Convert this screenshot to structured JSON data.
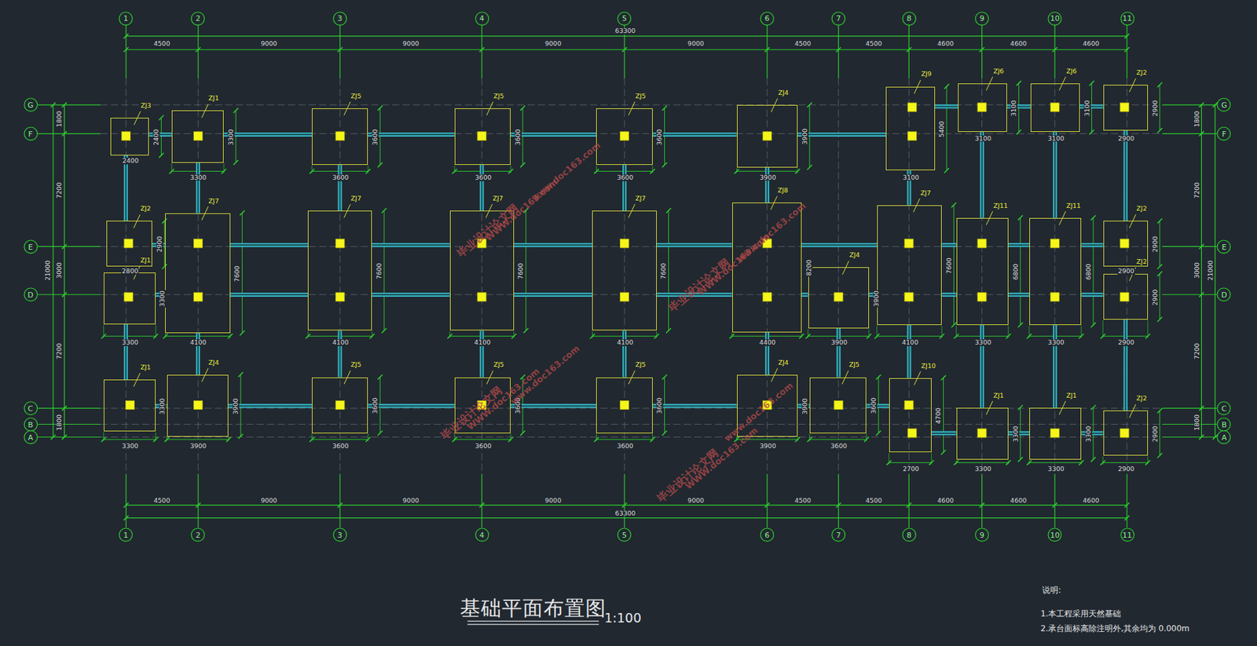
{
  "diagram": {
    "title": "基础平面布置图",
    "nodes": [
      {
        "text": [
          "1"
        ]
      },
      {
        "text": [
          "2"
        ]
      },
      {
        "text": [
          "3"
        ]
      },
      {
        "text": [
          "4"
        ]
      },
      {
        "text": [
          "5"
        ]
      },
      {
        "text": [
          "6"
        ]
      },
      {
        "text": [
          "7"
        ]
      },
      {
        "text": [
          "8"
        ]
      },
      {
        "text": [
          "9"
        ]
      },
      {
        "text": [
          "10"
        ]
      },
      {
        "text": [
          "11"
        ]
      },
      {
        "text": [
          "G"
        ]
      },
      {
        "text": [
          "F"
        ]
      },
      {
        "text": [
          "E"
        ]
      },
      {
        "text": [
          "D"
        ]
      },
      {
        "text": [
          "C"
        ]
      },
      {
        "text": [
          "B"
        ]
      },
      {
        "text": [
          "A"
        ]
      },
      {
        "text": [
          "G"
        ]
      },
      {
        "text": [
          "F"
        ]
      },
      {
        "text": [
          "E"
        ]
      },
      {
        "text": [
          "D"
        ]
      },
      {
        "text": [
          "C"
        ]
      },
      {
        "text": [
          "B"
        ]
      },
      {
        "text": [
          "A"
        ]
      },
      {
        "text": [
          "ZJ3",
          "2400",
          "2400"
        ]
      },
      {
        "text": [
          "ZJ1",
          "3300",
          "3300"
        ]
      },
      {
        "text": [
          "ZJ5",
          "3600",
          "3600"
        ]
      },
      {
        "text": [
          "ZJ5",
          "3600",
          "3600"
        ]
      },
      {
        "text": [
          "ZJ5",
          "3600",
          "3600"
        ]
      },
      {
        "text": [
          "ZJ4",
          "3900",
          "3900"
        ]
      },
      {
        "text": [
          "ZJ9",
          "3100",
          "5400"
        ]
      },
      {
        "text": [
          "ZJ6",
          "3100",
          "3100"
        ]
      },
      {
        "text": [
          "ZJ6",
          "3100",
          "3100"
        ]
      },
      {
        "text": [
          "ZJ2",
          "2900",
          "2900"
        ]
      },
      {
        "text": [
          "ZJ2",
          "2800",
          "2900"
        ]
      },
      {
        "text": [
          "ZJ1",
          "3300",
          "3300"
        ]
      },
      {
        "text": [
          "ZJ7",
          "4100",
          "7600"
        ]
      },
      {
        "text": [
          "ZJ7",
          "4100",
          "7600"
        ]
      },
      {
        "text": [
          "ZJ7",
          "4100",
          "7600"
        ]
      },
      {
        "text": [
          "ZJ7",
          "4100",
          "7600"
        ]
      },
      {
        "text": [
          "ZJ8",
          "4400",
          "8200"
        ]
      },
      {
        "text": [
          "ZJ4",
          "3900",
          "3900"
        ]
      },
      {
        "text": [
          "ZJ7",
          "4100",
          "7600"
        ]
      },
      {
        "text": [
          "ZJ11",
          "3300",
          "6800"
        ]
      },
      {
        "text": [
          "ZJ11",
          "3300",
          "6800"
        ]
      },
      {
        "text": [
          "ZJ2",
          "2900",
          "2900"
        ]
      },
      {
        "text": [
          "ZJ2",
          "2900",
          "2900"
        ]
      },
      {
        "text": [
          "ZJ1",
          "3300",
          "3300"
        ]
      },
      {
        "text": [
          "ZJ4",
          "3900",
          "3900"
        ]
      },
      {
        "text": [
          "ZJ5",
          "3600",
          "3600"
        ]
      },
      {
        "text": [
          "ZJ5",
          "3600",
          "3600"
        ]
      },
      {
        "text": [
          "ZJ5",
          "3600",
          "3600"
        ]
      },
      {
        "text": [
          "ZJ4",
          "3900",
          "3900"
        ]
      },
      {
        "text": [
          "ZJ5",
          "3600",
          "3600"
        ]
      },
      {
        "text": [
          "ZJ10",
          "2700",
          "4700"
        ]
      },
      {
        "text": [
          "ZJ1",
          "3300",
          "3300"
        ]
      },
      {
        "text": [
          "ZJ1",
          "3300",
          "3300"
        ]
      },
      {
        "text": [
          "ZJ2",
          "2900",
          "2900"
        ]
      },
      {
        "text": [
          "1"
        ]
      },
      {
        "text": [
          "2"
        ]
      },
      {
        "text": [
          "3"
        ]
      },
      {
        "text": [
          "4"
        ]
      },
      {
        "text": [
          "5"
        ]
      },
      {
        "text": [
          "6"
        ]
      },
      {
        "text": [
          "7"
        ]
      },
      {
        "text": [
          "8"
        ]
      },
      {
        "text": [
          "9"
        ]
      },
      {
        "text": [
          "10"
        ]
      },
      {
        "text": [
          "11"
        ]
      }
    ],
    "edges": [
      {
        "from": 25,
        "to": 26,
        "arrow": "none"
      },
      {
        "from": 26,
        "to": 27,
        "arrow": "none"
      },
      {
        "from": 27,
        "to": 28,
        "arrow": "none"
      },
      {
        "from": 28,
        "to": 29,
        "arrow": "none"
      },
      {
        "from": 29,
        "to": 30,
        "arrow": "none"
      },
      {
        "from": 30,
        "to": 31,
        "arrow": "none"
      },
      {
        "from": 31,
        "to": 32,
        "arrow": "none"
      },
      {
        "from": 32,
        "to": 33,
        "arrow": "none"
      },
      {
        "from": 33,
        "to": 34,
        "arrow": "none"
      },
      {
        "from": 35,
        "to": 37,
        "arrow": "none"
      },
      {
        "from": 37,
        "to": 38,
        "arrow": "none"
      },
      {
        "from": 38,
        "to": 39,
        "arrow": "none"
      },
      {
        "from": 39,
        "to": 40,
        "arrow": "none"
      },
      {
        "from": 40,
        "to": 41,
        "arrow": "none"
      },
      {
        "from": 41,
        "to": 43,
        "arrow": "none"
      },
      {
        "from": 43,
        "to": 44,
        "arrow": "none"
      },
      {
        "from": 44,
        "to": 45,
        "arrow": "none"
      },
      {
        "from": 45,
        "to": 46,
        "arrow": "none"
      },
      {
        "from": 36,
        "to": 37,
        "arrow": "none"
      },
      {
        "from": 37,
        "to": 38,
        "arrow": "none"
      },
      {
        "from": 38,
        "to": 39,
        "arrow": "none"
      },
      {
        "from": 39,
        "to": 40,
        "arrow": "none"
      },
      {
        "from": 40,
        "to": 41,
        "arrow": "none"
      },
      {
        "from": 41,
        "to": 42,
        "arrow": "none"
      },
      {
        "from": 42,
        "to": 43,
        "arrow": "none"
      },
      {
        "from": 43,
        "to": 44,
        "arrow": "none"
      },
      {
        "from": 44,
        "to": 45,
        "arrow": "none"
      },
      {
        "from": 45,
        "to": 47,
        "arrow": "none"
      },
      {
        "from": 48,
        "to": 49,
        "arrow": "none"
      },
      {
        "from": 49,
        "to": 50,
        "arrow": "none"
      },
      {
        "from": 50,
        "to": 51,
        "arrow": "none"
      },
      {
        "from": 51,
        "to": 52,
        "arrow": "none"
      },
      {
        "from": 52,
        "to": 53,
        "arrow": "none"
      },
      {
        "from": 53,
        "to": 54,
        "arrow": "none"
      },
      {
        "from": 54,
        "to": 55,
        "arrow": "none"
      },
      {
        "from": 55,
        "to": 56,
        "arrow": "none"
      },
      {
        "from": 56,
        "to": 57,
        "arrow": "none"
      },
      {
        "from": 57,
        "to": 58,
        "arrow": "none"
      },
      {
        "from": 25,
        "to": 35,
        "arrow": "none"
      },
      {
        "from": 36,
        "to": 48,
        "arrow": "none"
      },
      {
        "from": 26,
        "to": 37,
        "arrow": "none"
      },
      {
        "from": 37,
        "to": 49,
        "arrow": "none"
      },
      {
        "from": 27,
        "to": 38,
        "arrow": "none"
      },
      {
        "from": 38,
        "to": 50,
        "arrow": "none"
      },
      {
        "from": 28,
        "to": 39,
        "arrow": "none"
      },
      {
        "from": 39,
        "to": 51,
        "arrow": "none"
      },
      {
        "from": 29,
        "to": 40,
        "arrow": "none"
      },
      {
        "from": 40,
        "to": 52,
        "arrow": "none"
      },
      {
        "from": 30,
        "to": 41,
        "arrow": "none"
      },
      {
        "from": 41,
        "to": 53,
        "arrow": "none"
      },
      {
        "from": 42,
        "to": 54,
        "arrow": "none"
      },
      {
        "from": 31,
        "to": 43,
        "arrow": "none"
      },
      {
        "from": 43,
        "to": 55,
        "arrow": "none"
      },
      {
        "from": 32,
        "to": 44,
        "arrow": "none"
      },
      {
        "from": 44,
        "to": 56,
        "arrow": "none"
      },
      {
        "from": 33,
        "to": 45,
        "arrow": "none"
      },
      {
        "from": 45,
        "to": 57,
        "arrow": "none"
      },
      {
        "from": 34,
        "to": 46,
        "arrow": "none"
      },
      {
        "from": 47,
        "to": 58,
        "arrow": "none"
      }
    ],
    "labels": [
      "63300",
      "4500",
      "9000",
      "9000",
      "9000",
      "9000",
      "4500",
      "4500",
      "4600",
      "4600",
      "4600",
      "4500",
      "9000",
      "9000",
      "9000",
      "9000",
      "4500",
      "4500",
      "4600",
      "4600",
      "4600",
      "63300",
      "21000",
      "1800",
      "7200",
      "3000",
      "7200",
      "1800",
      "21000",
      "1800",
      "7200",
      "3000",
      "7200",
      "1800",
      "1:100",
      "说明:",
      "1.本工程采用天然基础",
      "2.承台面标高除注明外,其余均为 0.000m",
      "毕业设计论文网",
      "WWW.doc163.com",
      "www.doc163.com",
      "毕业设计论文网",
      "WWW.doc163.com",
      "www.doc163.com",
      "毕业设计论文网",
      "WWW.doc163.com",
      "www.doc163.com",
      "毕业设计论文网",
      "WWW.doc163.com",
      "www.doc163.com"
    ]
  }
}
